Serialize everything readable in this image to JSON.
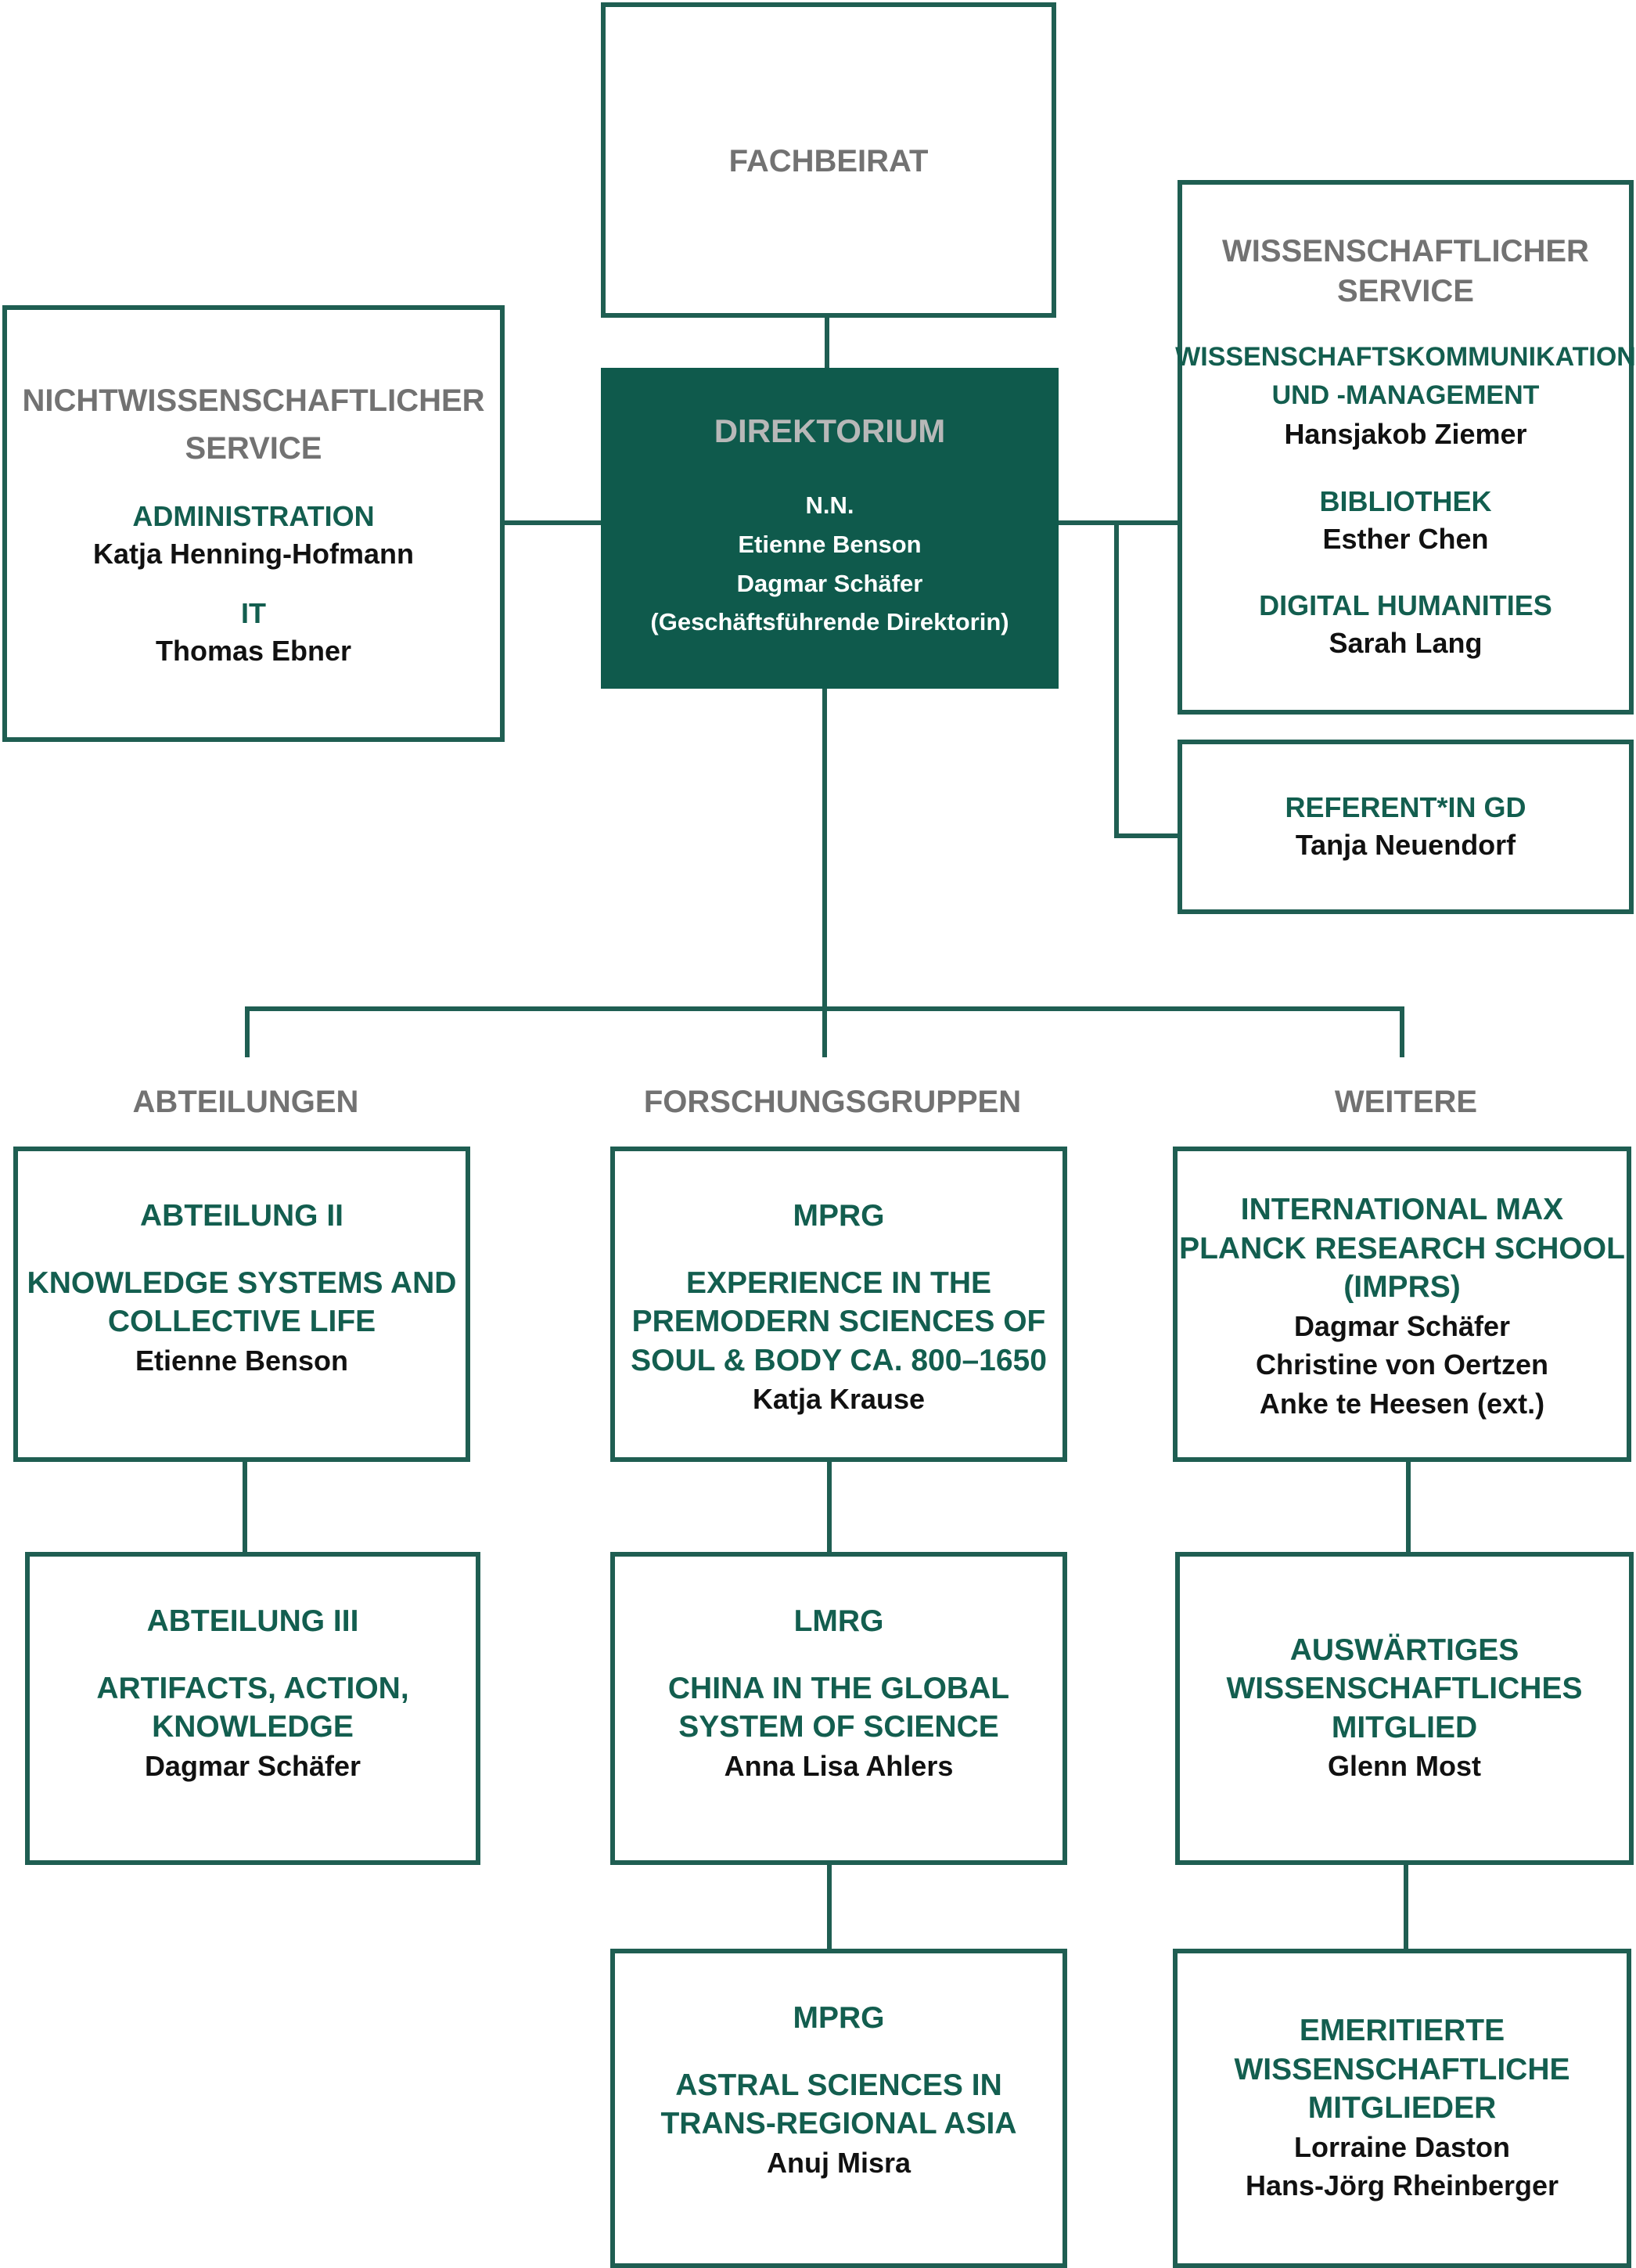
{
  "colors": {
    "line": "#1f5e52",
    "dark_fill": "#0f5a4c",
    "heading_grey": "#727272",
    "teal_text": "#135e4f"
  },
  "fachbeirat": {
    "title": "FACHBEIRAT"
  },
  "direktorium": {
    "title": "DIREKTORIUM",
    "members": [
      "N.N.",
      "Etienne Benson",
      "Dagmar Schäfer",
      "(Geschäftsführende Direktorin)"
    ]
  },
  "nichtwiss": {
    "title_lines": [
      "NICHTWISSENSCHAFTLICHER",
      "SERVICE"
    ],
    "units": [
      {
        "title": "ADMINISTRATION",
        "name": "Katja Henning-Hofmann"
      },
      {
        "title": "IT",
        "name": "Thomas Ebner"
      }
    ]
  },
  "wiss": {
    "title_lines": [
      "WISSENSCHAFTLICHER",
      "SERVICE"
    ],
    "units": [
      {
        "title_lines": [
          "WISSENSCHAFTSKOMMUNIKATION",
          "UND -MANAGEMENT"
        ],
        "name": "Hansjakob Ziemer"
      },
      {
        "title": "BIBLIOTHEK",
        "name": "Esther Chen"
      },
      {
        "title": "DIGITAL HUMANITIES",
        "name": "Sarah Lang"
      }
    ]
  },
  "referent": {
    "title": "REFERENT*IN GD",
    "name": "Tanja Neuendorf"
  },
  "columns": {
    "abteilungen": "ABTEILUNGEN",
    "forschungsgruppen": "FORSCHUNGSGRUPPEN",
    "weitere": "WEITERE"
  },
  "abteilungen": [
    {
      "label": "ABTEILUNG II",
      "title_lines": [
        "KNOWLEDGE SYSTEMS AND",
        "COLLECTIVE LIFE"
      ],
      "names": [
        "Etienne Benson"
      ]
    },
    {
      "label": "ABTEILUNG III",
      "title_lines": [
        "ARTIFACTS, ACTION,",
        "KNOWLEDGE"
      ],
      "names": [
        "Dagmar Schäfer"
      ]
    }
  ],
  "forschungsgruppen": [
    {
      "label": "MPRG",
      "title_lines": [
        "EXPERIENCE IN THE",
        "PREMODERN SCIENCES OF",
        "SOUL & BODY CA. 800–1650"
      ],
      "names": [
        "Katja Krause"
      ]
    },
    {
      "label": "LMRG",
      "title_lines": [
        "CHINA IN THE GLOBAL",
        "SYSTEM OF SCIENCE"
      ],
      "names": [
        "Anna Lisa Ahlers"
      ]
    },
    {
      "label": "MPRG",
      "title_lines": [
        "ASTRAL SCIENCES IN",
        "TRANS-REGIONAL ASIA"
      ],
      "names": [
        "Anuj Misra"
      ]
    }
  ],
  "weitere": [
    {
      "title_lines": [
        "INTERNATIONAL MAX",
        "PLANCK RESEARCH SCHOOL",
        "(IMPRS)"
      ],
      "names": [
        "Dagmar Schäfer",
        "Christine von Oertzen",
        "Anke te Heesen (ext.)"
      ]
    },
    {
      "title_lines": [
        "AUSWÄRTIGES",
        "WISSENSCHAFTLICHES",
        "MITGLIED"
      ],
      "names": [
        "Glenn Most"
      ]
    },
    {
      "title_lines": [
        "EMERITIERTE",
        "WISSENSCHAFTLICHE",
        "MITGLIEDER"
      ],
      "names": [
        "Lorraine Daston",
        "Hans-Jörg Rheinberger"
      ]
    }
  ]
}
